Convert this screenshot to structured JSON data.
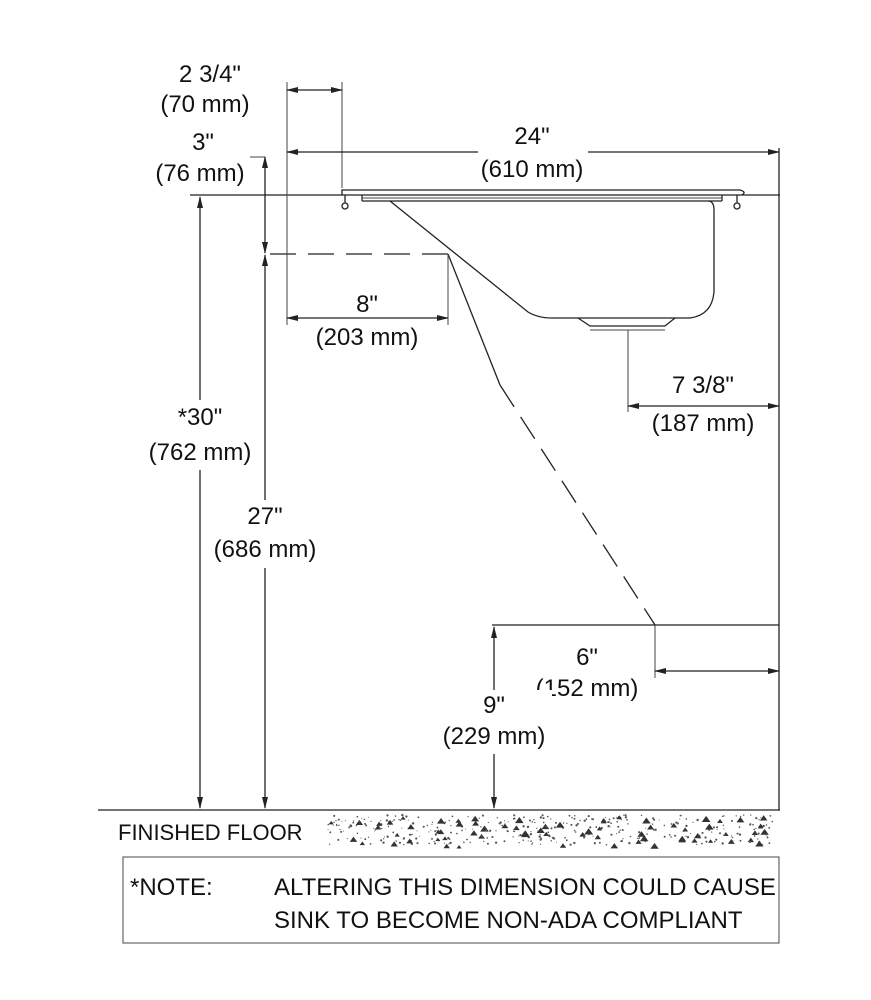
{
  "dimensions": {
    "rim_offset": {
      "imperial": "2 3/4\"",
      "metric": "(70 mm)"
    },
    "rim_drop": {
      "imperial": "3\"",
      "metric": "(76 mm)"
    },
    "sink_width": {
      "imperial": "24\"",
      "metric": "(610 mm)"
    },
    "knee_depth": {
      "imperial": "8\"",
      "metric": "(203 mm)"
    },
    "drain_offset": {
      "imperial": "7 3/8\"",
      "metric": "(187 mm)"
    },
    "rim_height": {
      "imperial": "*30\"",
      "metric": "(762 mm)"
    },
    "knee_height": {
      "imperial": "27\"",
      "metric": "(686 mm)"
    },
    "toe_depth": {
      "imperial": "6\"",
      "metric": "(152 mm)"
    },
    "toe_height": {
      "imperial": "9\"",
      "metric": "(229 mm)"
    }
  },
  "floor_label": "FINISHED FLOOR",
  "note": {
    "label": "*NOTE:",
    "line1": "ALTERING THIS DIMENSION COULD CAUSE",
    "line2": "SINK TO BECOME NON-ADA COMPLIANT"
  }
}
